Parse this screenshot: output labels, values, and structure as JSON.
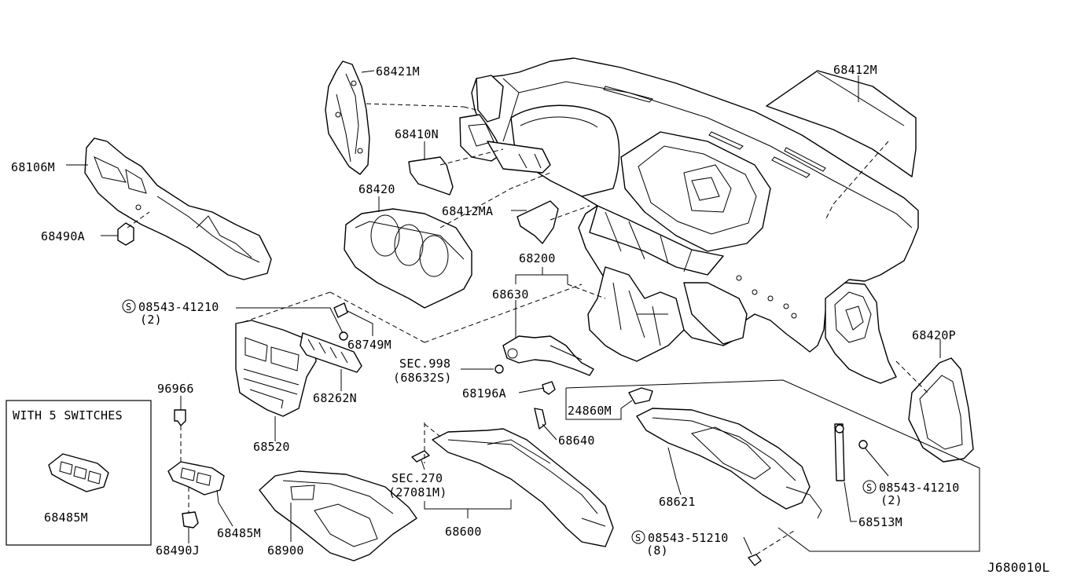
{
  "labels": {
    "p68421M": "68421M",
    "p68412M": "68412M",
    "p68410N": "68410N",
    "p68106M": "68106M",
    "p68420": "68420",
    "p68412MA": "68412MA",
    "p68490A": "68490A",
    "p68200": "68200",
    "p68630": "68630",
    "s08543_41210_a": "08543-41210",
    "q2_a": "(2)",
    "p68749M": "68749M",
    "p68420P": "68420P",
    "sec998": "SEC.998",
    "p68632S": "(68632S)",
    "p68262N": "68262N",
    "p96966": "96966",
    "p68196A": "68196A",
    "p24860M": "24860M",
    "with5": "WITH 5 SWITCHES",
    "p68520": "68520",
    "p68640": "68640",
    "sec270": "SEC.270",
    "p27081M": "(27081M)",
    "s08543_41210_b": "08543-41210",
    "q2_b": "(2)",
    "p68621": "68621",
    "p68485M_a": "68485M",
    "p68600": "68600",
    "p68513M": "68513M",
    "p68485M_b": "68485M",
    "s08543_51210": "08543-51210",
    "q8": "(8)",
    "p68490J": "68490J",
    "p68900": "68900",
    "diagram_code": "J680010L",
    "s_symbol": "S"
  }
}
